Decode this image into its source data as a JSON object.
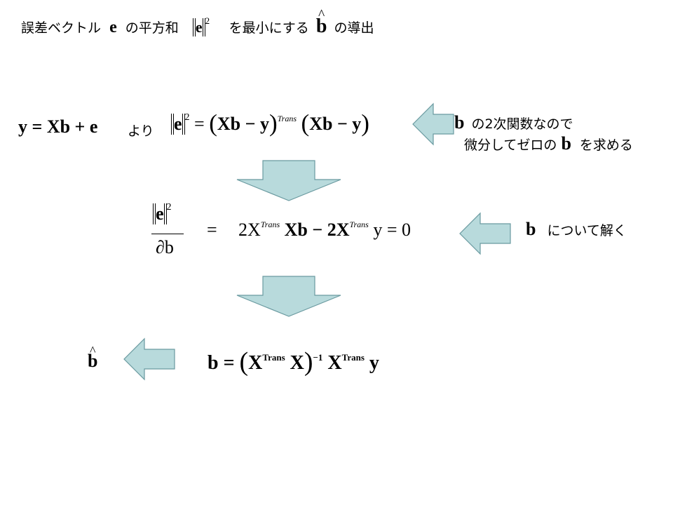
{
  "title": {
    "part1": "誤差ベクトル",
    "e": "e",
    "part2": "の平方和",
    "sq": "2",
    "part3": "を最小にする",
    "bhat": "b",
    "part4": "の導出"
  },
  "step1": {
    "lhs": "y = Xb + e",
    "yori": "より",
    "eq": "= ",
    "left": "Xb − y",
    "trans": "Trans",
    "right": "Xb − y",
    "note_b": "b",
    "note_line1": "の2次関数なので",
    "note_line2a": "微分してゼロの",
    "note_line2b": "を求める"
  },
  "step2": {
    "denom": "∂b",
    "eq": "=",
    "rhs1": "2X",
    "trans1": "Trans",
    "rhs2": "Xb − 2X",
    "trans2": "Trans",
    "rhs3": "y = 0",
    "note_b": "b",
    "note": "について解く"
  },
  "step3": {
    "bhat": "b",
    "lhs": "b = ",
    "x1": "X",
    "trans1": "Trans",
    "x2": "X",
    "inv": "−1",
    "x3": "X",
    "trans2": "Trans",
    "y": "y"
  },
  "colors": {
    "arrow_fill": "#b8dadc",
    "arrow_stroke": "#6a9aa0"
  }
}
